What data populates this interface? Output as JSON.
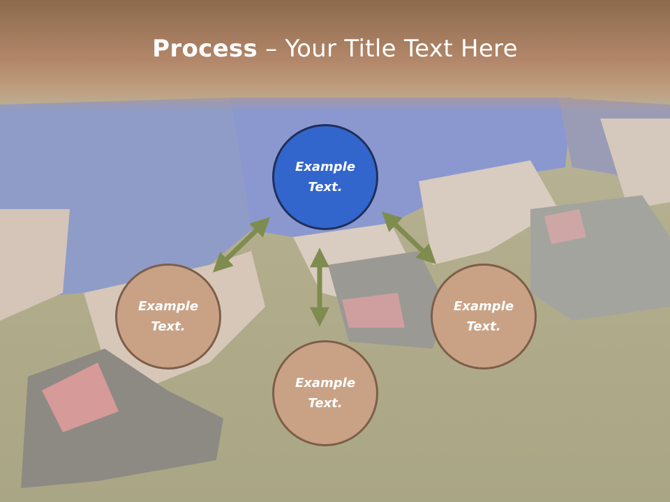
{
  "slide": {
    "title_bold": "Process",
    "title_rest": " – Your Title Text Here"
  },
  "nodes": {
    "center": "Example\nText.",
    "left": "Example\nText.",
    "right": "Example\nText.",
    "bottom": "Example\nText."
  },
  "colors": {
    "header": "#a87d5e",
    "center_fill": "#3366cc",
    "satellite_fill": "#c9a286",
    "arrow": "#7f8c4f"
  }
}
